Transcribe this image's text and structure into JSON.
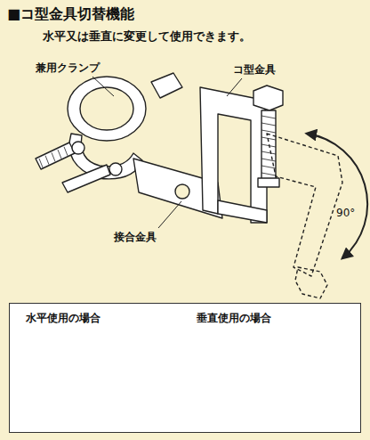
{
  "diagram": {
    "title": "■コ型金具切替機能",
    "nodes": [
      {
        "text": [
          "水平使用の場合",
          "垂直使用の場合"
        ]
      }
    ],
    "labels": [
      "水平又は垂直に変更して使用できます。",
      "兼用クランプ",
      "コ型金具",
      "接合金具",
      "90°"
    ]
  }
}
